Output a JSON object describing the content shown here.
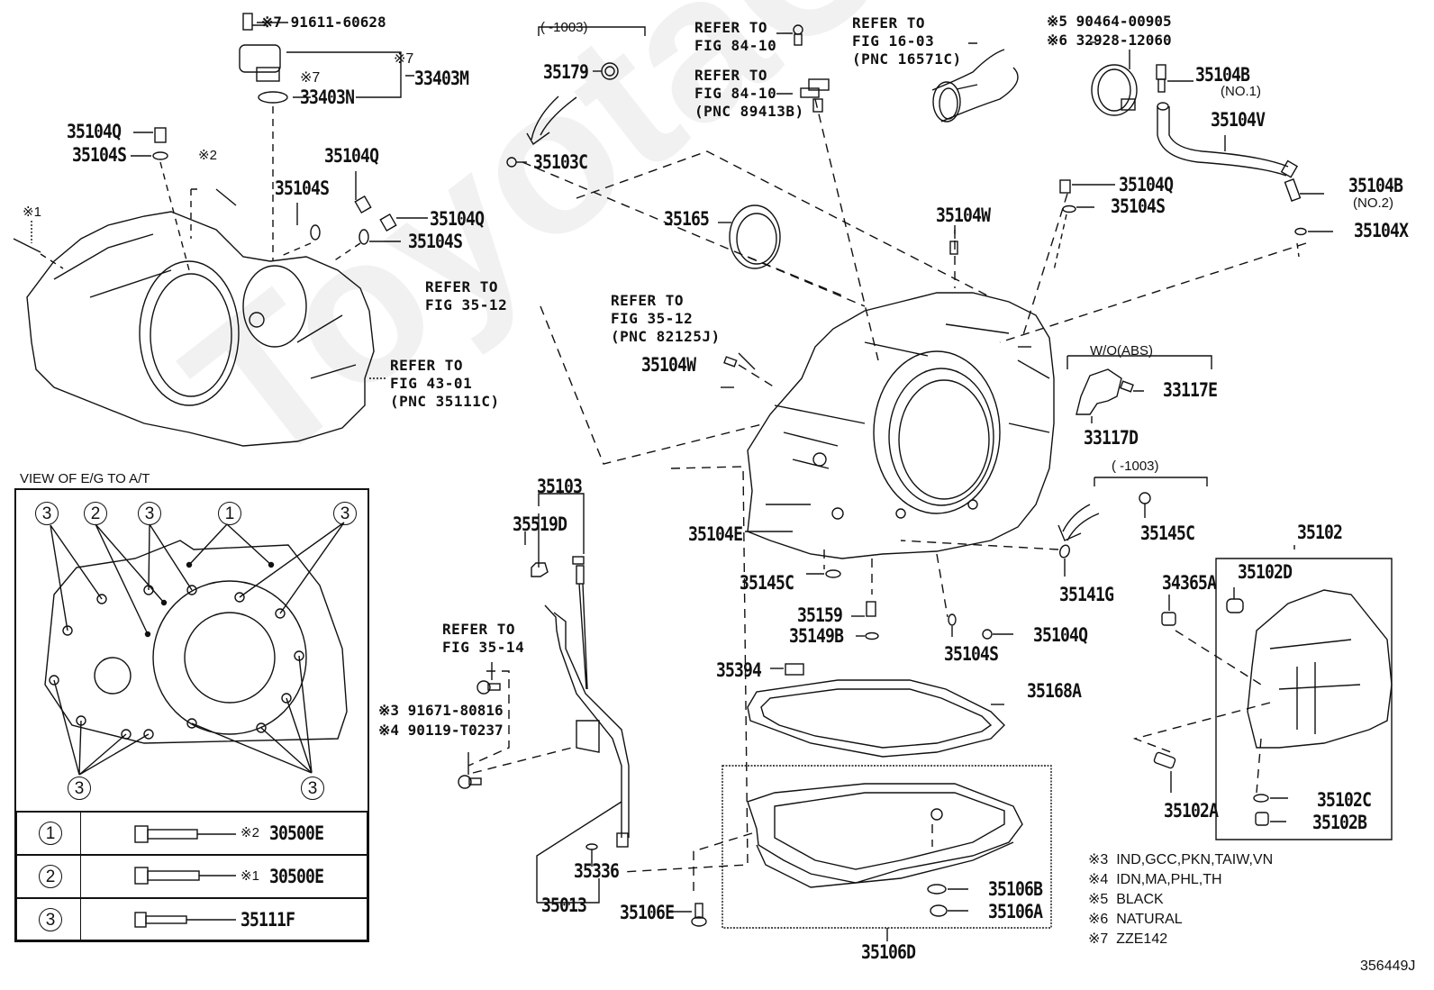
{
  "diagram": {
    "title": "Transaxle case & housing parts diagram",
    "watermark": "ToyotaCatalogue.ru",
    "figure_code": "356449J",
    "inset": {
      "title": "VIEW OF E/G TO A/T",
      "callouts": [
        "3",
        "2",
        "3",
        "1",
        "3",
        "3",
        "3"
      ],
      "rows": [
        {
          "marker": "1",
          "note_mark": "※2",
          "part": "30500E"
        },
        {
          "marker": "2",
          "note_mark": "※1",
          "part": "30500E"
        },
        {
          "marker": "3",
          "note_mark": "",
          "part": "35111F"
        }
      ]
    },
    "notes": [
      {
        "mark": "※3",
        "text": "IND,GCC,PKN,TAIW,VN"
      },
      {
        "mark": "※4",
        "text": "IDN,MA,PHL,TH"
      },
      {
        "mark": "※5",
        "text": "BLACK"
      },
      {
        "mark": "※6",
        "text": "NATURAL"
      },
      {
        "mark": "※7",
        "text": "ZZE142"
      }
    ],
    "brackets": {
      "upto1003_a": "(     -1003)",
      "upto1003_b": "(     -1003)",
      "wo_abs": "W/O(ABS)"
    },
    "refs": {
      "fig8410_a": "REFER TO\nFIG 84-10",
      "fig8410_b": "REFER TO\nFIG 84-10\n(PNC 89413B)",
      "fig1603": "REFER TO\nFIG 16-03\n(PNC 16571C)",
      "fig3512_a": "REFER TO\nFIG 35-12",
      "fig3512_b": "REFER TO\nFIG 35-12\n(PNC 82125J)",
      "fig4301": "REFER TO\nFIG 43-01\n(PNC 35111C)",
      "fig3514": "REFER TO\nFIG 35-14"
    },
    "marks": {
      "m1": "※1",
      "m2": "※2",
      "m7a": "※7 91611-60628",
      "m7b": "※7",
      "m7c": "※7",
      "m5": "※5 90464-00905",
      "m6": "※6 32928-12060",
      "m3": "※3 91671-80816",
      "m4": "※4 90119-T0237"
    },
    "sub_labels": {
      "no1": "(NO.1)",
      "no2": "(NO.2)"
    },
    "parts": {
      "p33403M": "33403M",
      "p33403N": "33403N",
      "p35104Q_a": "35104Q",
      "p35104S_a": "35104S",
      "p35104Q_b": "35104Q",
      "p35104S_b": "35104S",
      "p35104Q_c": "35104Q",
      "p35104S_c": "35104S",
      "p35179": "35179",
      "p35103C": "35103C",
      "p35165": "35165",
      "p35104W_a": "35104W",
      "p35104W_b": "35104W",
      "p35104B_1": "35104B",
      "p35104V": "35104V",
      "p35104Q_d": "35104Q",
      "p35104S_d": "35104S",
      "p35104B_2": "35104B",
      "p35104X": "35104X",
      "p33117E": "33117E",
      "p33117D": "33117D",
      "p35103": "35103",
      "p35519D": "35519D",
      "p35104E": "35104E",
      "p35145C_a": "35145C",
      "p35145C_b": "35145C",
      "p35141G": "35141G",
      "p35102": "35102",
      "p35102D": "35102D",
      "p34365A": "34365A",
      "p35159": "35159",
      "p35149B": "35149B",
      "p35104S_e": "35104S",
      "p35104Q_e": "35104Q",
      "p35394": "35394",
      "p35168A": "35168A",
      "p35336": "35336",
      "p35013": "35013",
      "p35106E": "35106E",
      "p35106B": "35106B",
      "p35106A": "35106A",
      "p35106D": "35106D",
      "p35102A": "35102A",
      "p35102C": "35102C",
      "p35102B": "35102B"
    }
  }
}
